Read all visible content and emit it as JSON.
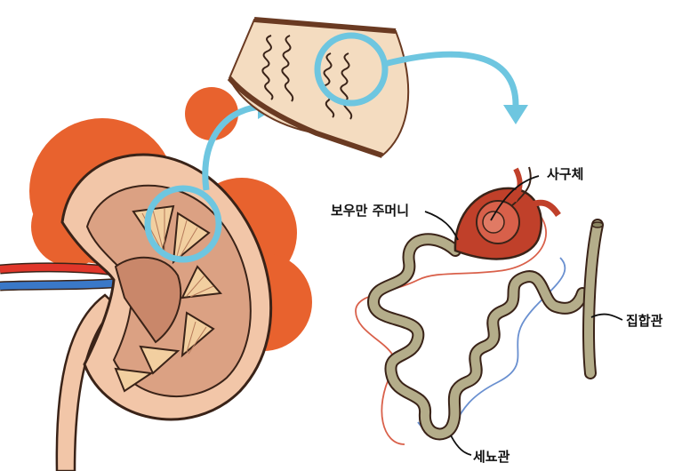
{
  "labels": {
    "glomerulus": "사구체",
    "bowman_capsule": "보우만 주머니",
    "collecting_duct": "집합관",
    "tubule": "세뇨관"
  },
  "colors": {
    "background": "#ffffff",
    "blob": "#e8622e",
    "kidney_outer": "#f2c6a8",
    "kidney_inner": "#dba183",
    "pyramid": "#f2cfa0",
    "pelvis": "#c9876a",
    "highlight_arrow": "#6ec6e0",
    "tubule": "#b4ad8a",
    "glomerulus": "#c0402a",
    "artery": "#e0362a",
    "vein": "#3a78c8",
    "outline": "#3a2318",
    "section_band": "#f4dcc0",
    "section_edge": "#6a3a22",
    "red_vessel": "#d9604a",
    "blue_vessel": "#6a90d0"
  },
  "icons": [
    "kidney-illustration",
    "nephron-illustration",
    "cortex-section-illustration",
    "curved-arrow-icon"
  ]
}
